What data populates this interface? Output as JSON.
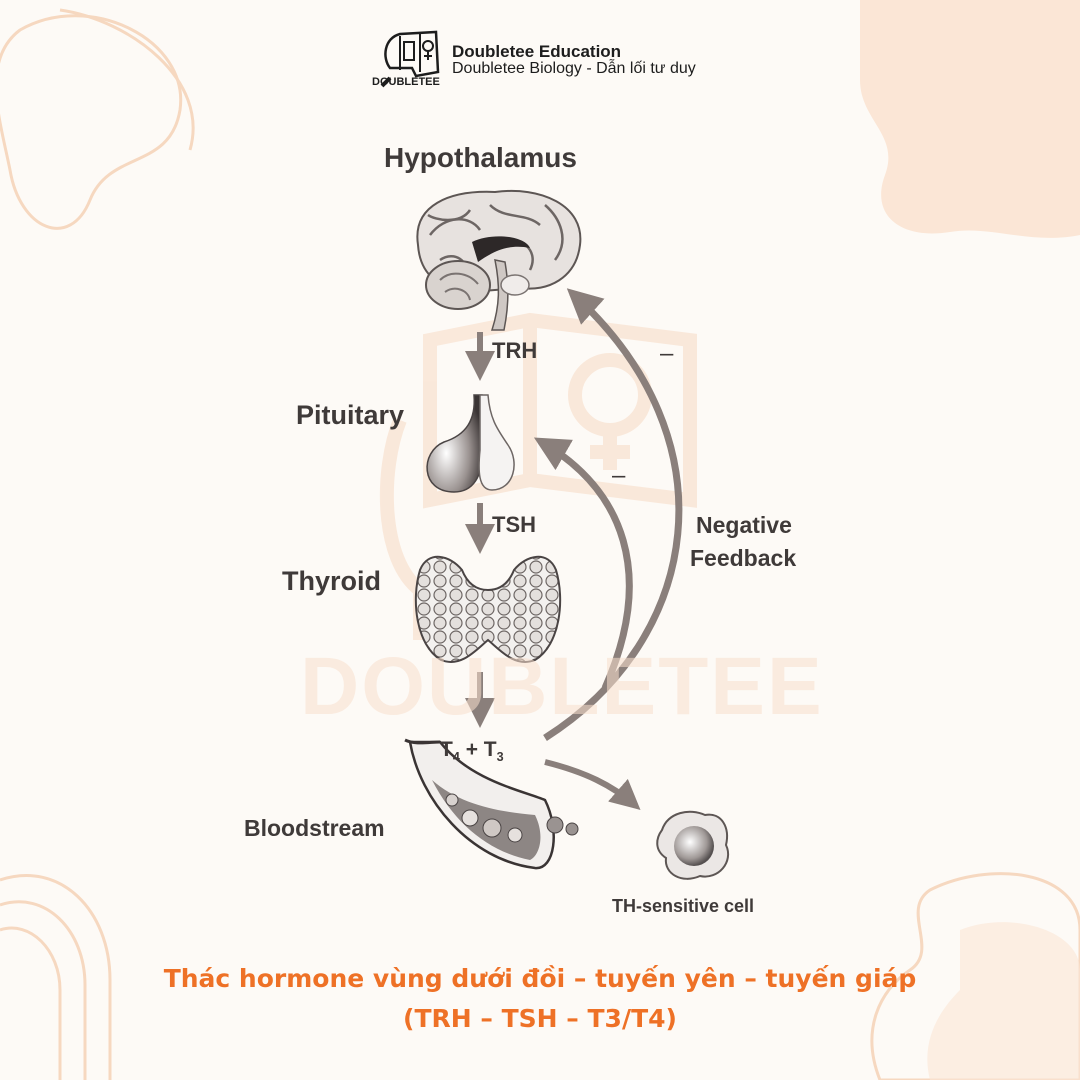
{
  "brand": {
    "name": "Doubletee Education",
    "tagline": "Doubletee Biology - Dẫn lối tư duy",
    "logo_text": "DOUBLETEE",
    "watermark_text": "DOUBLETEE"
  },
  "diagram": {
    "nodes": {
      "hypothalamus": "Hypothalamus",
      "pituitary": "Pituitary",
      "thyroid": "Thyroid",
      "bloodstream": "Bloodstream",
      "th_cell": "TH-sensitive cell"
    },
    "edges": {
      "trh": "TRH",
      "tsh": "TSH",
      "t4": "T",
      "t4_sub": "4",
      "plus": "+",
      "t3": "T",
      "t3_sub": "3"
    },
    "feedback": {
      "line1": "Negative",
      "line2": "Feedback",
      "sign_outer": "–",
      "sign_inner": "–"
    }
  },
  "caption": {
    "line1": "Thác hormone vùng dưới đồi – tuyến yên – tuyến giáp",
    "line2": "(TRH – TSH – T3/T4)"
  },
  "colors": {
    "accent": "#ee7126",
    "arrow": "#8a7f7b",
    "blob": "#fbe6d6",
    "outline": "#f6d8c0"
  }
}
